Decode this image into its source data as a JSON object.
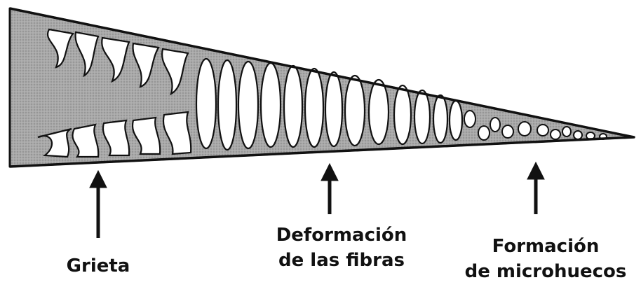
{
  "colors": {
    "ink": "#111111",
    "matrix": "#a6a6a6",
    "void": "#ffffff",
    "background": "#ffffff"
  },
  "labels": {
    "crack": "Grieta",
    "fiber_deformation_line1": "Deformación",
    "fiber_deformation_line2": "de las fibras",
    "microvoid_formation_line1": "Formación",
    "microvoid_formation_line2": "de microhuecos"
  },
  "icons": {
    "arrow": "arrow-up-icon"
  }
}
